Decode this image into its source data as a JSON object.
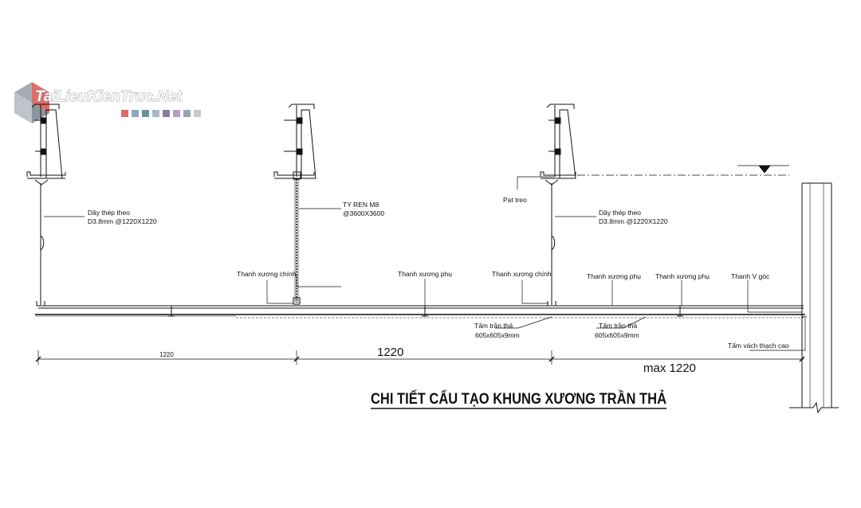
{
  "logo": {
    "text": "TaiLieuKienTruc.Net",
    "accent_colors": [
      "#e06a6a",
      "#8ea6c1",
      "#6c8fa8",
      "#a7b8c8",
      "#8b79a8",
      "#b59cc7",
      "#9aa6ae",
      "#c4c9cd"
    ]
  },
  "labels": {
    "day_thep_1": [
      "Dây thép theo",
      "D3.8mm @1220X1220"
    ],
    "ty_ren": [
      "TY REN M8",
      "@3600X3600"
    ],
    "pat_treo": "Pat treo",
    "day_thep_2": [
      "Dây thép theo",
      "D3.8mm @1220X1220"
    ],
    "thanh_xuong_chinh_1": "Thanh xương chính",
    "thanh_xuong_phu_1": "Thanh xương phụ",
    "thanh_xuong_chinh_2": "Thanh xương chính",
    "thanh_xuong_phu_2": "Thanh xương phụ",
    "thanh_xuong_phu_3": "Thanh xương phụ",
    "thanh_v_goc": "Thanh V góc",
    "tam_tran_1": [
      "Tấm trần thả",
      "605x605x9mm"
    ],
    "tam_tran_2": [
      "Tấm trần thả",
      "605x605x9mm"
    ],
    "tam_vach": "Tấm vách thạch cao"
  },
  "dimensions": {
    "d1": "1220",
    "d2": "1220",
    "d3": "max 1220"
  },
  "title": "CHI TIẾT CẤU TẠO KHUNG XƯƠNG TRẦN THẢ"
}
